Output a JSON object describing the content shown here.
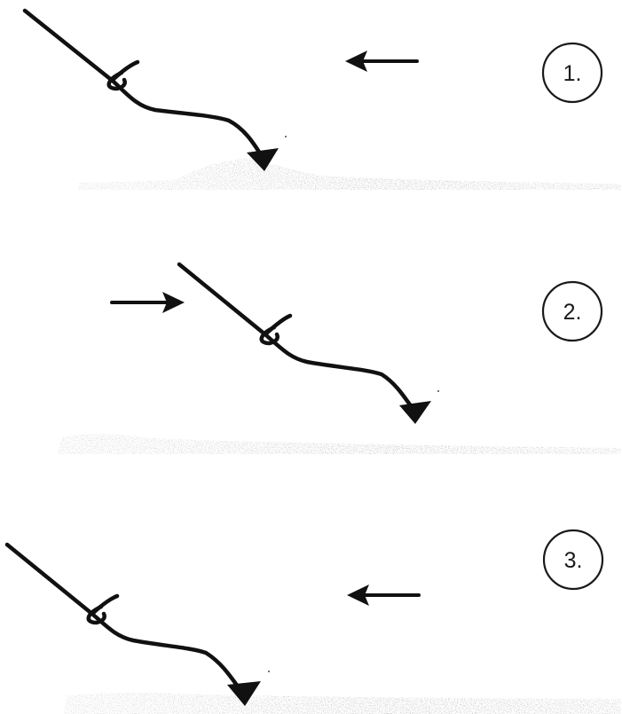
{
  "steps": [
    {
      "label": "1.",
      "arrow_direction": "left",
      "icon": "jig-rod-icon"
    },
    {
      "label": "2.",
      "arrow_direction": "right",
      "icon": "jig-rod-icon"
    },
    {
      "label": "3.",
      "arrow_direction": "left",
      "icon": "jig-rod-icon"
    }
  ],
  "colors": {
    "line": "#111111",
    "sand": "#b9b9b9",
    "background": "#ffffff"
  }
}
